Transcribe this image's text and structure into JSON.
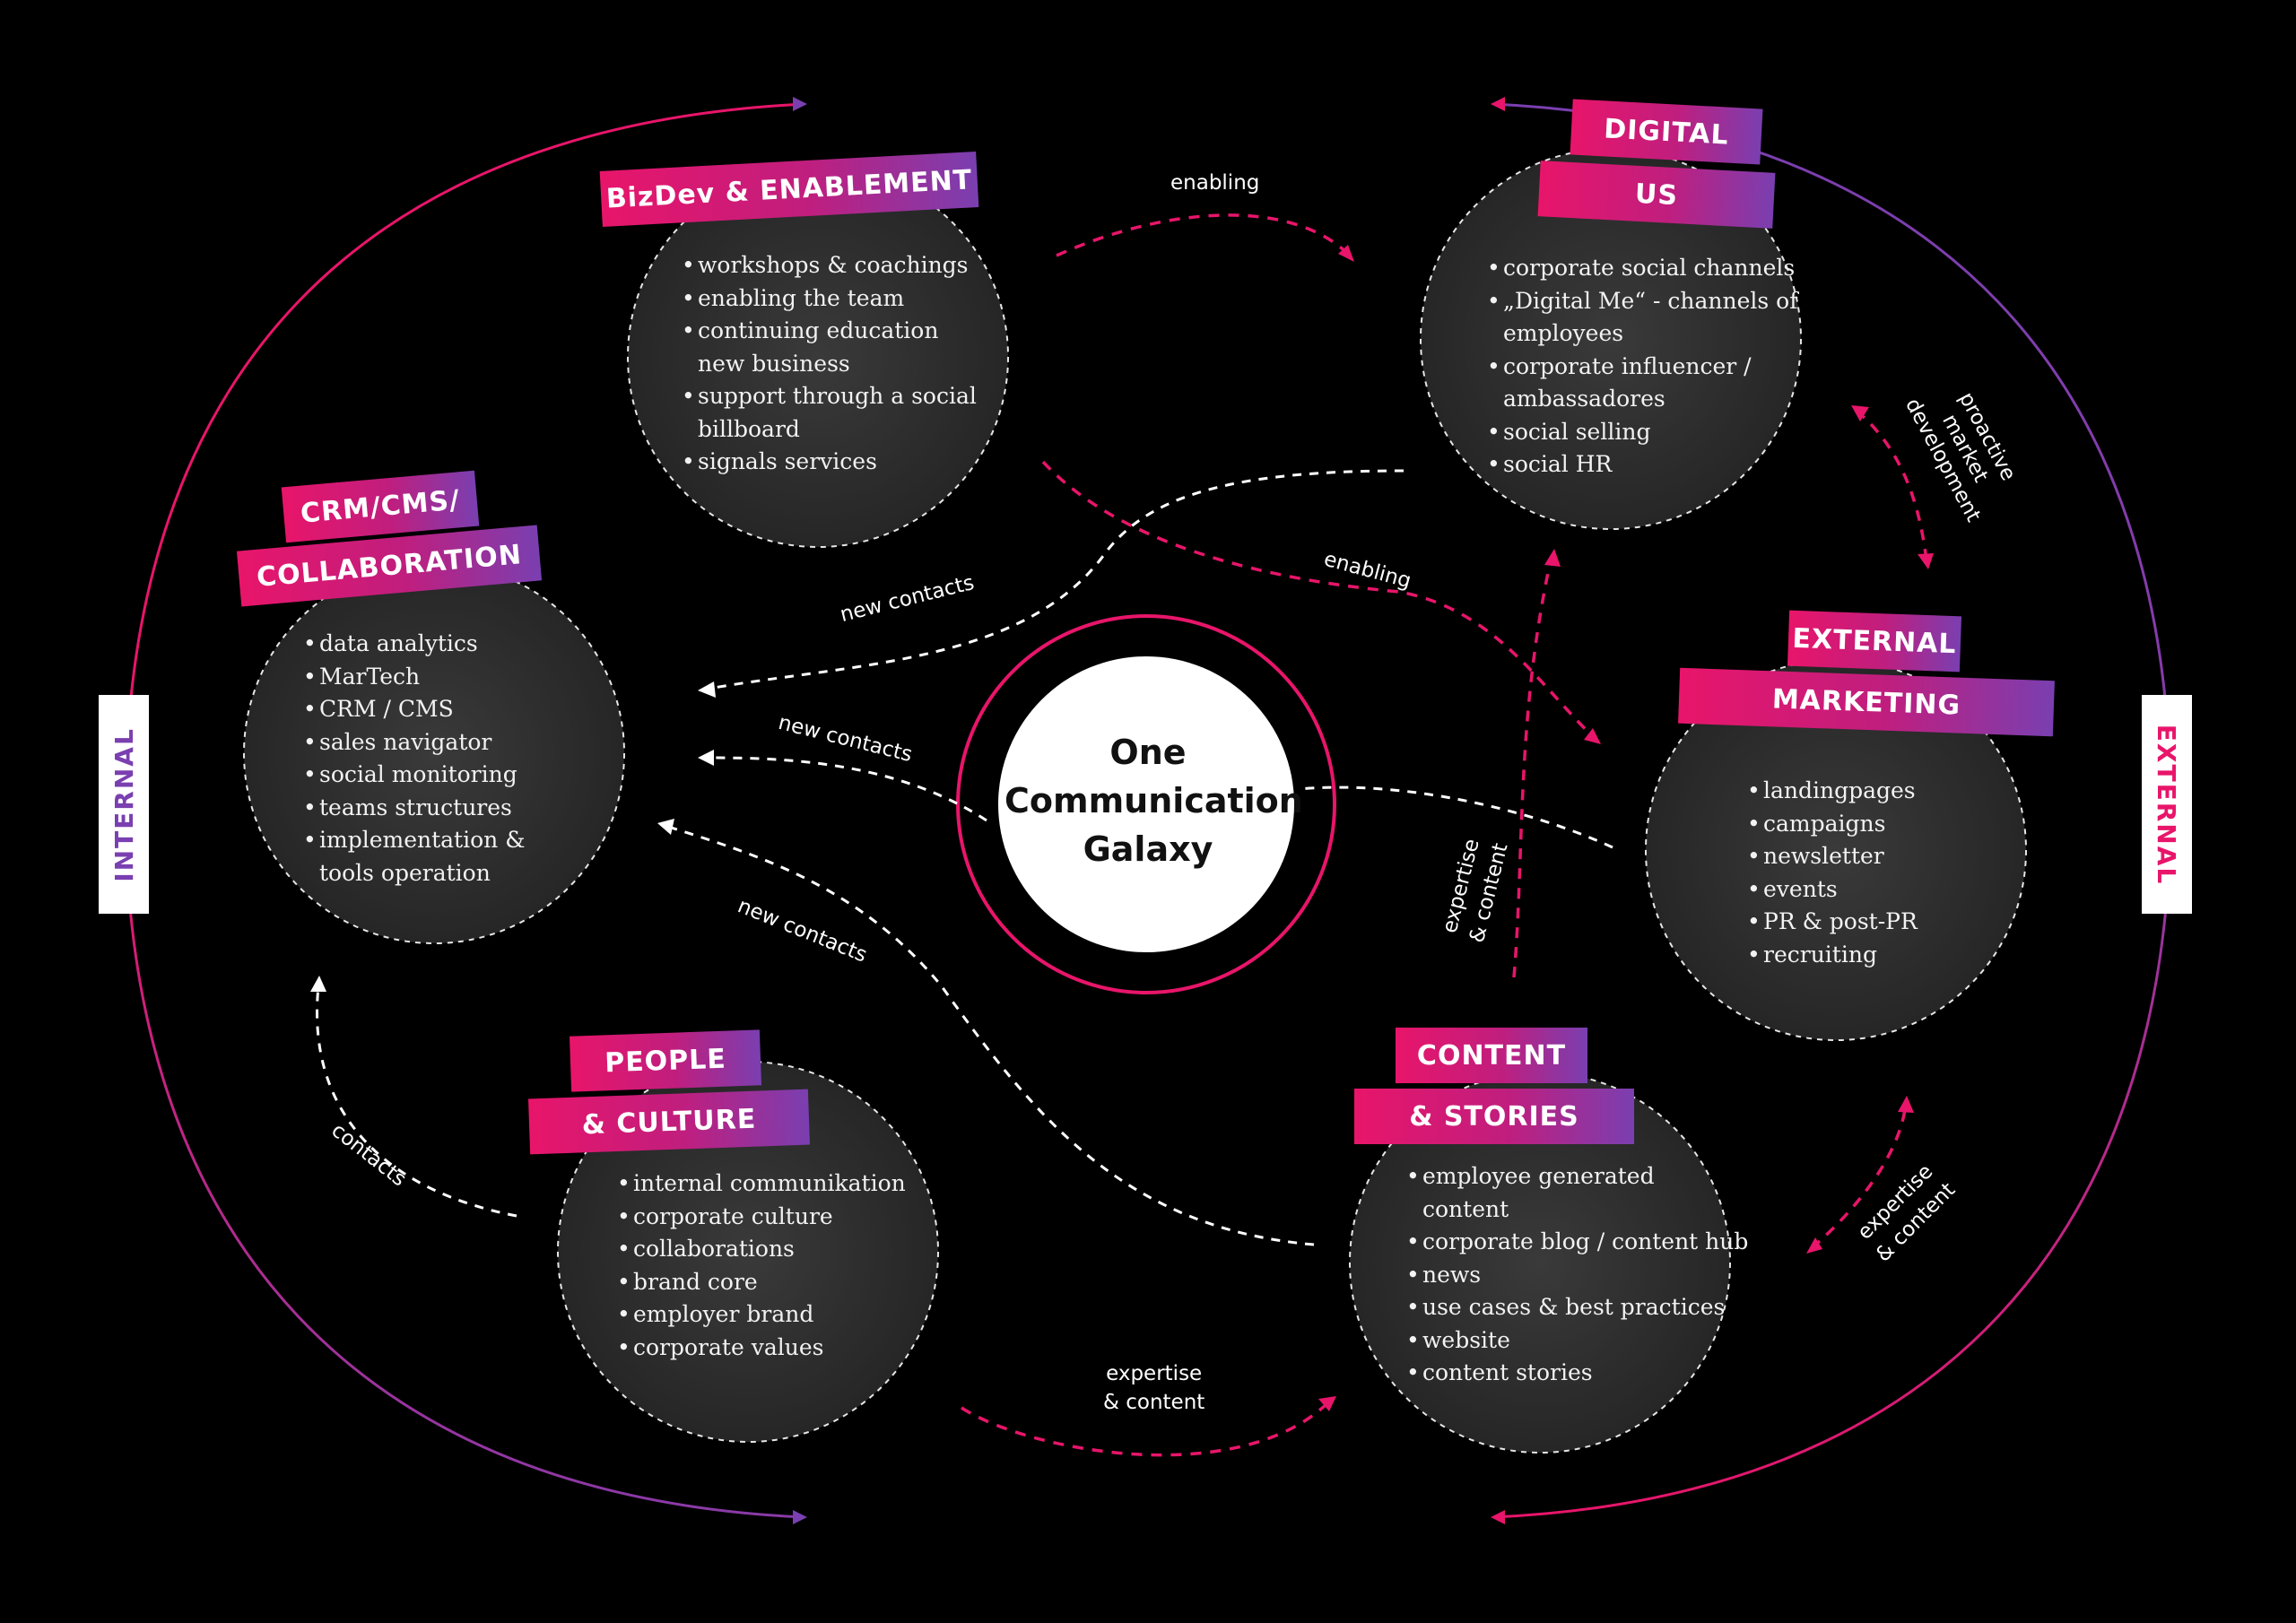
{
  "title": "One Communication Galaxy",
  "title_lines": [
    "One",
    "Communication",
    "Galaxy"
  ],
  "side_labels": {
    "left": "INTERNAL",
    "right": "EXTERNAL"
  },
  "colors": {
    "pink": "#e8156a",
    "purple": "#7a3fb0",
    "white": "#ffffff",
    "background": "#000000"
  },
  "nodes": {
    "bizdev": {
      "label_lines": [
        "BizDev & ENABLEMENT"
      ],
      "items": [
        "workshops & coachings",
        "enabling the team",
        "continuing education",
        "new business",
        "support through a social",
        "billboard",
        "signals services"
      ]
    },
    "digital_us": {
      "label_lines": [
        "DIGITAL",
        "US"
      ],
      "items": [
        "corporate social channels",
        "„Digital Me“ - channels of",
        "employees",
        "corporate influencer /",
        "ambassadores",
        "social selling",
        "social HR"
      ]
    },
    "crm": {
      "label_lines": [
        "CRM/CMS/",
        "COLLABORATION"
      ],
      "items": [
        "data analytics",
        "MarTech",
        "CRM / CMS",
        "sales navigator",
        "social monitoring",
        "teams structures",
        "implementation &",
        "tools operation"
      ]
    },
    "external_marketing": {
      "label_lines": [
        "EXTERNAL",
        "MARKETING"
      ],
      "items": [
        "landingpages",
        "campaigns",
        "newsletter",
        "events",
        "PR & post-PR",
        "recruiting"
      ]
    },
    "people_culture": {
      "label_lines": [
        "PEOPLE",
        "& CULTURE"
      ],
      "items": [
        "internal communikation",
        "corporate culture",
        "collaborations",
        "brand core",
        "employer brand",
        "corporate values"
      ]
    },
    "content_stories": {
      "label_lines": [
        "CONTENT",
        "& STORIES"
      ],
      "items": [
        "employee generated",
        "content",
        "corporate blog / content hub",
        "news",
        "use cases & best practices",
        "website",
        "content stories"
      ]
    }
  },
  "flows": {
    "enabling_top": "enabling",
    "enabling_diag": "enabling",
    "new_contacts_1": "new contacts",
    "new_contacts_2": "new contacts",
    "new_contacts_3": "new contacts",
    "contacts": "contacts",
    "expertise_bottom": [
      "expertise",
      "& content"
    ],
    "expertise_vertical": [
      "expertise",
      "& content"
    ],
    "expertise_right": [
      "expertise",
      "& content"
    ],
    "proactive": [
      "proactive",
      "market",
      "development"
    ]
  }
}
